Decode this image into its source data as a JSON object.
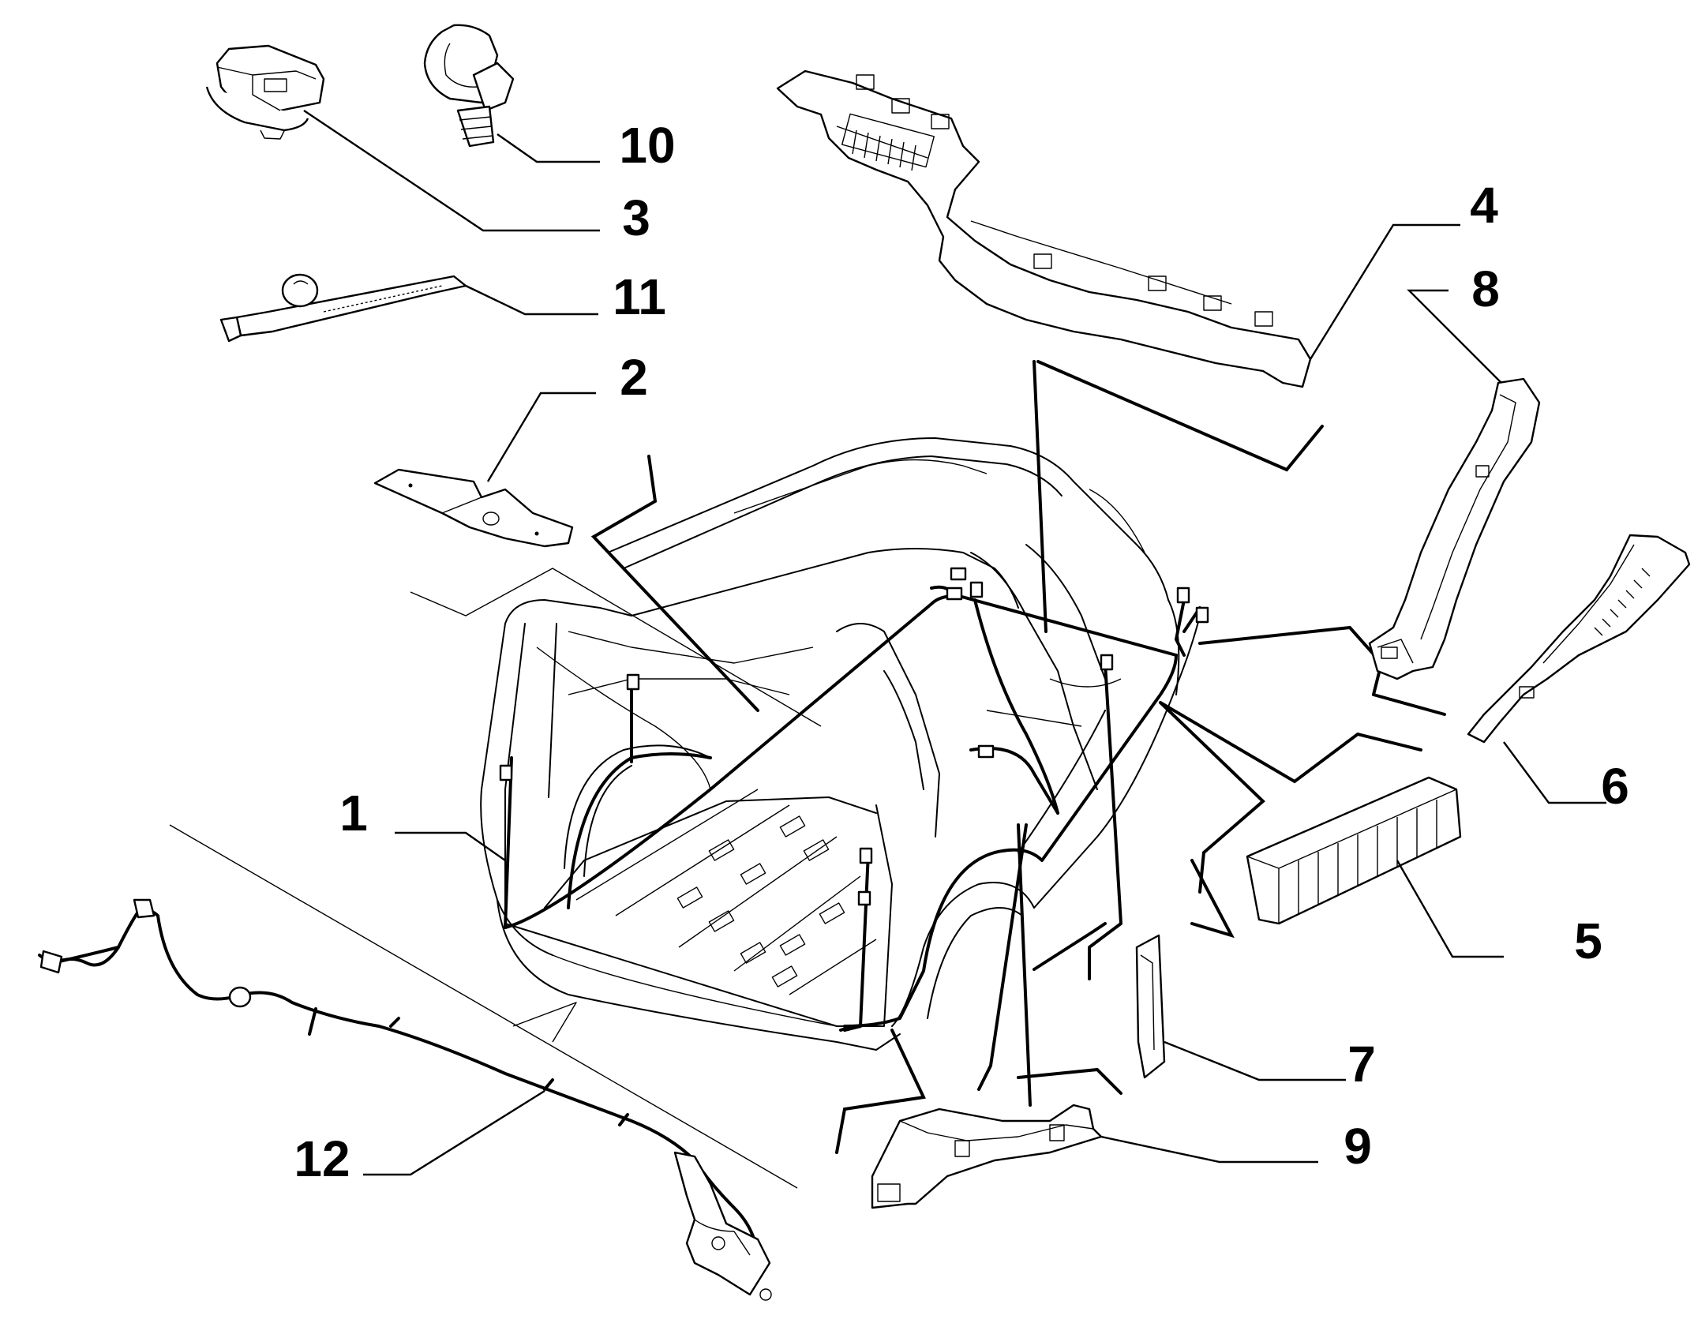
{
  "diagram": {
    "callouts": [
      {
        "id": "1",
        "label": "1"
      },
      {
        "id": "2",
        "label": "2"
      },
      {
        "id": "3",
        "label": "3"
      },
      {
        "id": "4",
        "label": "4"
      },
      {
        "id": "5",
        "label": "5"
      },
      {
        "id": "6",
        "label": "6"
      },
      {
        "id": "7",
        "label": "7"
      },
      {
        "id": "8",
        "label": "8"
      },
      {
        "id": "9",
        "label": "9"
      },
      {
        "id": "10",
        "label": "10"
      },
      {
        "id": "11",
        "label": "11"
      },
      {
        "id": "12",
        "label": "12"
      }
    ],
    "line_color": "#000000",
    "background": "#ffffff"
  }
}
